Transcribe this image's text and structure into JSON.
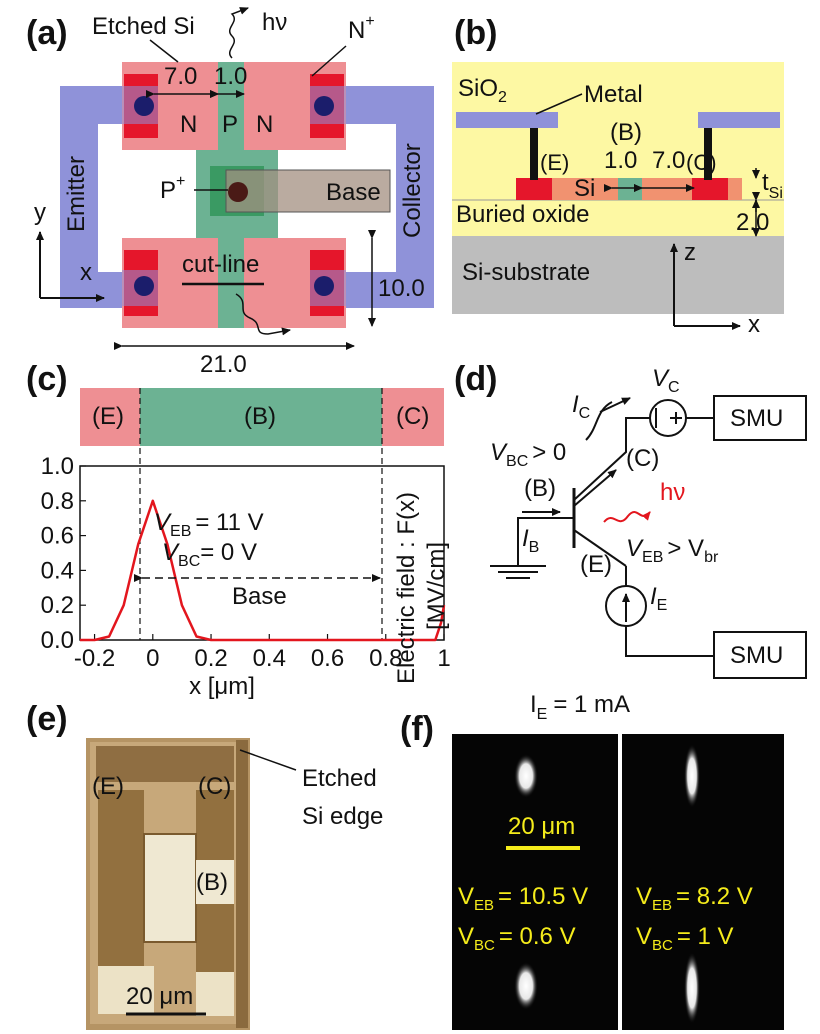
{
  "panels": {
    "a": {
      "label": "(a)",
      "etched_si": "Etched Si",
      "hv": "hν",
      "nplus": "N",
      "nplus_sup": "+",
      "dim_left": "7.0",
      "dim_mid": "1.0",
      "region_n_left": "N",
      "region_p": "P",
      "region_n_right": "N",
      "emitter": "Emitter",
      "collector": "Collector",
      "pplus": "P",
      "pplus_sup": "+",
      "base": "Base",
      "axis_y": "y",
      "axis_x": "x",
      "cut_line": "cut-line",
      "dim_height": "10.0",
      "dim_width": "21.0"
    },
    "b": {
      "label": "(b)",
      "sio2": "SiO",
      "sio2_sub": "2",
      "metal": "Metal",
      "b_node": "(B)",
      "e_node": "(E)",
      "c_node": "(C)",
      "dim_1": "1.0",
      "dim_2": "7.0",
      "si": "Si",
      "t_si": "t",
      "t_si_sub": "Si",
      "buried_oxide": "Buried oxide",
      "dim_box": "2.0",
      "substrate": "Si-substrate",
      "axis_z": "z",
      "axis_x": "x"
    },
    "c": {
      "label": "(c)",
      "region_e": "(E)",
      "region_b": "(B)",
      "region_c": "(C)",
      "veb_label": "V",
      "veb_sub": "EB",
      "veb_val": "= 11 V",
      "vbc_label": "V",
      "vbc_sub": "BC",
      "vbc_val": "= 0 V",
      "base_arrow_label": "Base",
      "xlabel": "x [μm]",
      "ylabel_line1": "Electric field : F(x)",
      "ylabel_line2": "[MV/cm]",
      "yticks": [
        "0.0",
        "0.2",
        "0.4",
        "0.6",
        "0.8",
        "1.0"
      ],
      "xticks": [
        "-0.2",
        "0",
        "0.2",
        "0.4",
        "0.6",
        "0.8",
        "1"
      ]
    },
    "d": {
      "label": "(d)",
      "vc": "V",
      "vc_sub": "C",
      "ic": "I",
      "ic_sub": "C",
      "smu_top": "SMU",
      "smu_bottom": "SMU",
      "vbc_cond": "V",
      "vbc_cond_sub": "BC",
      "vbc_cond_rest": "> 0",
      "c_node": "(C)",
      "b_node": "(B)",
      "hv": "hν",
      "ib": "I",
      "ib_sub": "B",
      "veb_cond": "V",
      "veb_cond_sub": "EB",
      "veb_cond_rest": "> V",
      "veb_cond_sub2": "br",
      "e_node": "(E)",
      "ie": "I",
      "ie_sub": "E"
    },
    "e": {
      "label": "(e)",
      "e_node": "(E)",
      "c_node": "(C)",
      "b_node": "(B)",
      "etched_line1": "Etched",
      "etched_line2": "Si edge",
      "scale": "20 μm"
    },
    "f": {
      "label": "(f)",
      "title": "I",
      "title_sub": "E",
      "title_rest": "= 1 mA",
      "scale": "20 μm",
      "left_veb": "V",
      "left_veb_sub": "EB",
      "left_veb_val": "= 10.5 V",
      "left_vbc": "V",
      "left_vbc_sub": "BC",
      "left_vbc_val": "= 0.6 V",
      "right_veb": "V",
      "right_veb_sub": "EB",
      "right_veb_val": "= 8.2 V",
      "right_vbc": "V",
      "right_vbc_sub": "BC",
      "right_vbc_val": "= 1 V"
    }
  },
  "chart_data": {
    "type": "line",
    "title": "",
    "xlabel": "x [μm]",
    "ylabel": "Electric field : F(x) [MV/cm]",
    "xlim": [
      -0.25,
      1.0
    ],
    "ylim": [
      0,
      1.0
    ],
    "grid": false,
    "series": [
      {
        "color": "#e3161e",
        "x": [
          -0.25,
          -0.2,
          -0.15,
          -0.1,
          -0.05,
          0,
          0.05,
          0.1,
          0.15,
          0.2,
          0.4,
          0.6,
          0.8,
          0.97,
          0.99,
          1.0
        ],
        "y": [
          0,
          0,
          0.02,
          0.2,
          0.55,
          0.8,
          0.55,
          0.2,
          0.02,
          0,
          0,
          0,
          0,
          0,
          0.1,
          0.2
        ]
      }
    ]
  },
  "colors": {
    "doped_pink": "#ee8f93",
    "contact_red": "#e5162b",
    "metal_blue": "#8f92d9",
    "base_green": "#6cb293",
    "pplus_green": "#3a9a63",
    "oxide_yellow": "#fdf8a3",
    "substrate_gray": "#bdbdbd",
    "curve_red": "#e3161e",
    "em_text_yellow": "#f5ec1b"
  }
}
